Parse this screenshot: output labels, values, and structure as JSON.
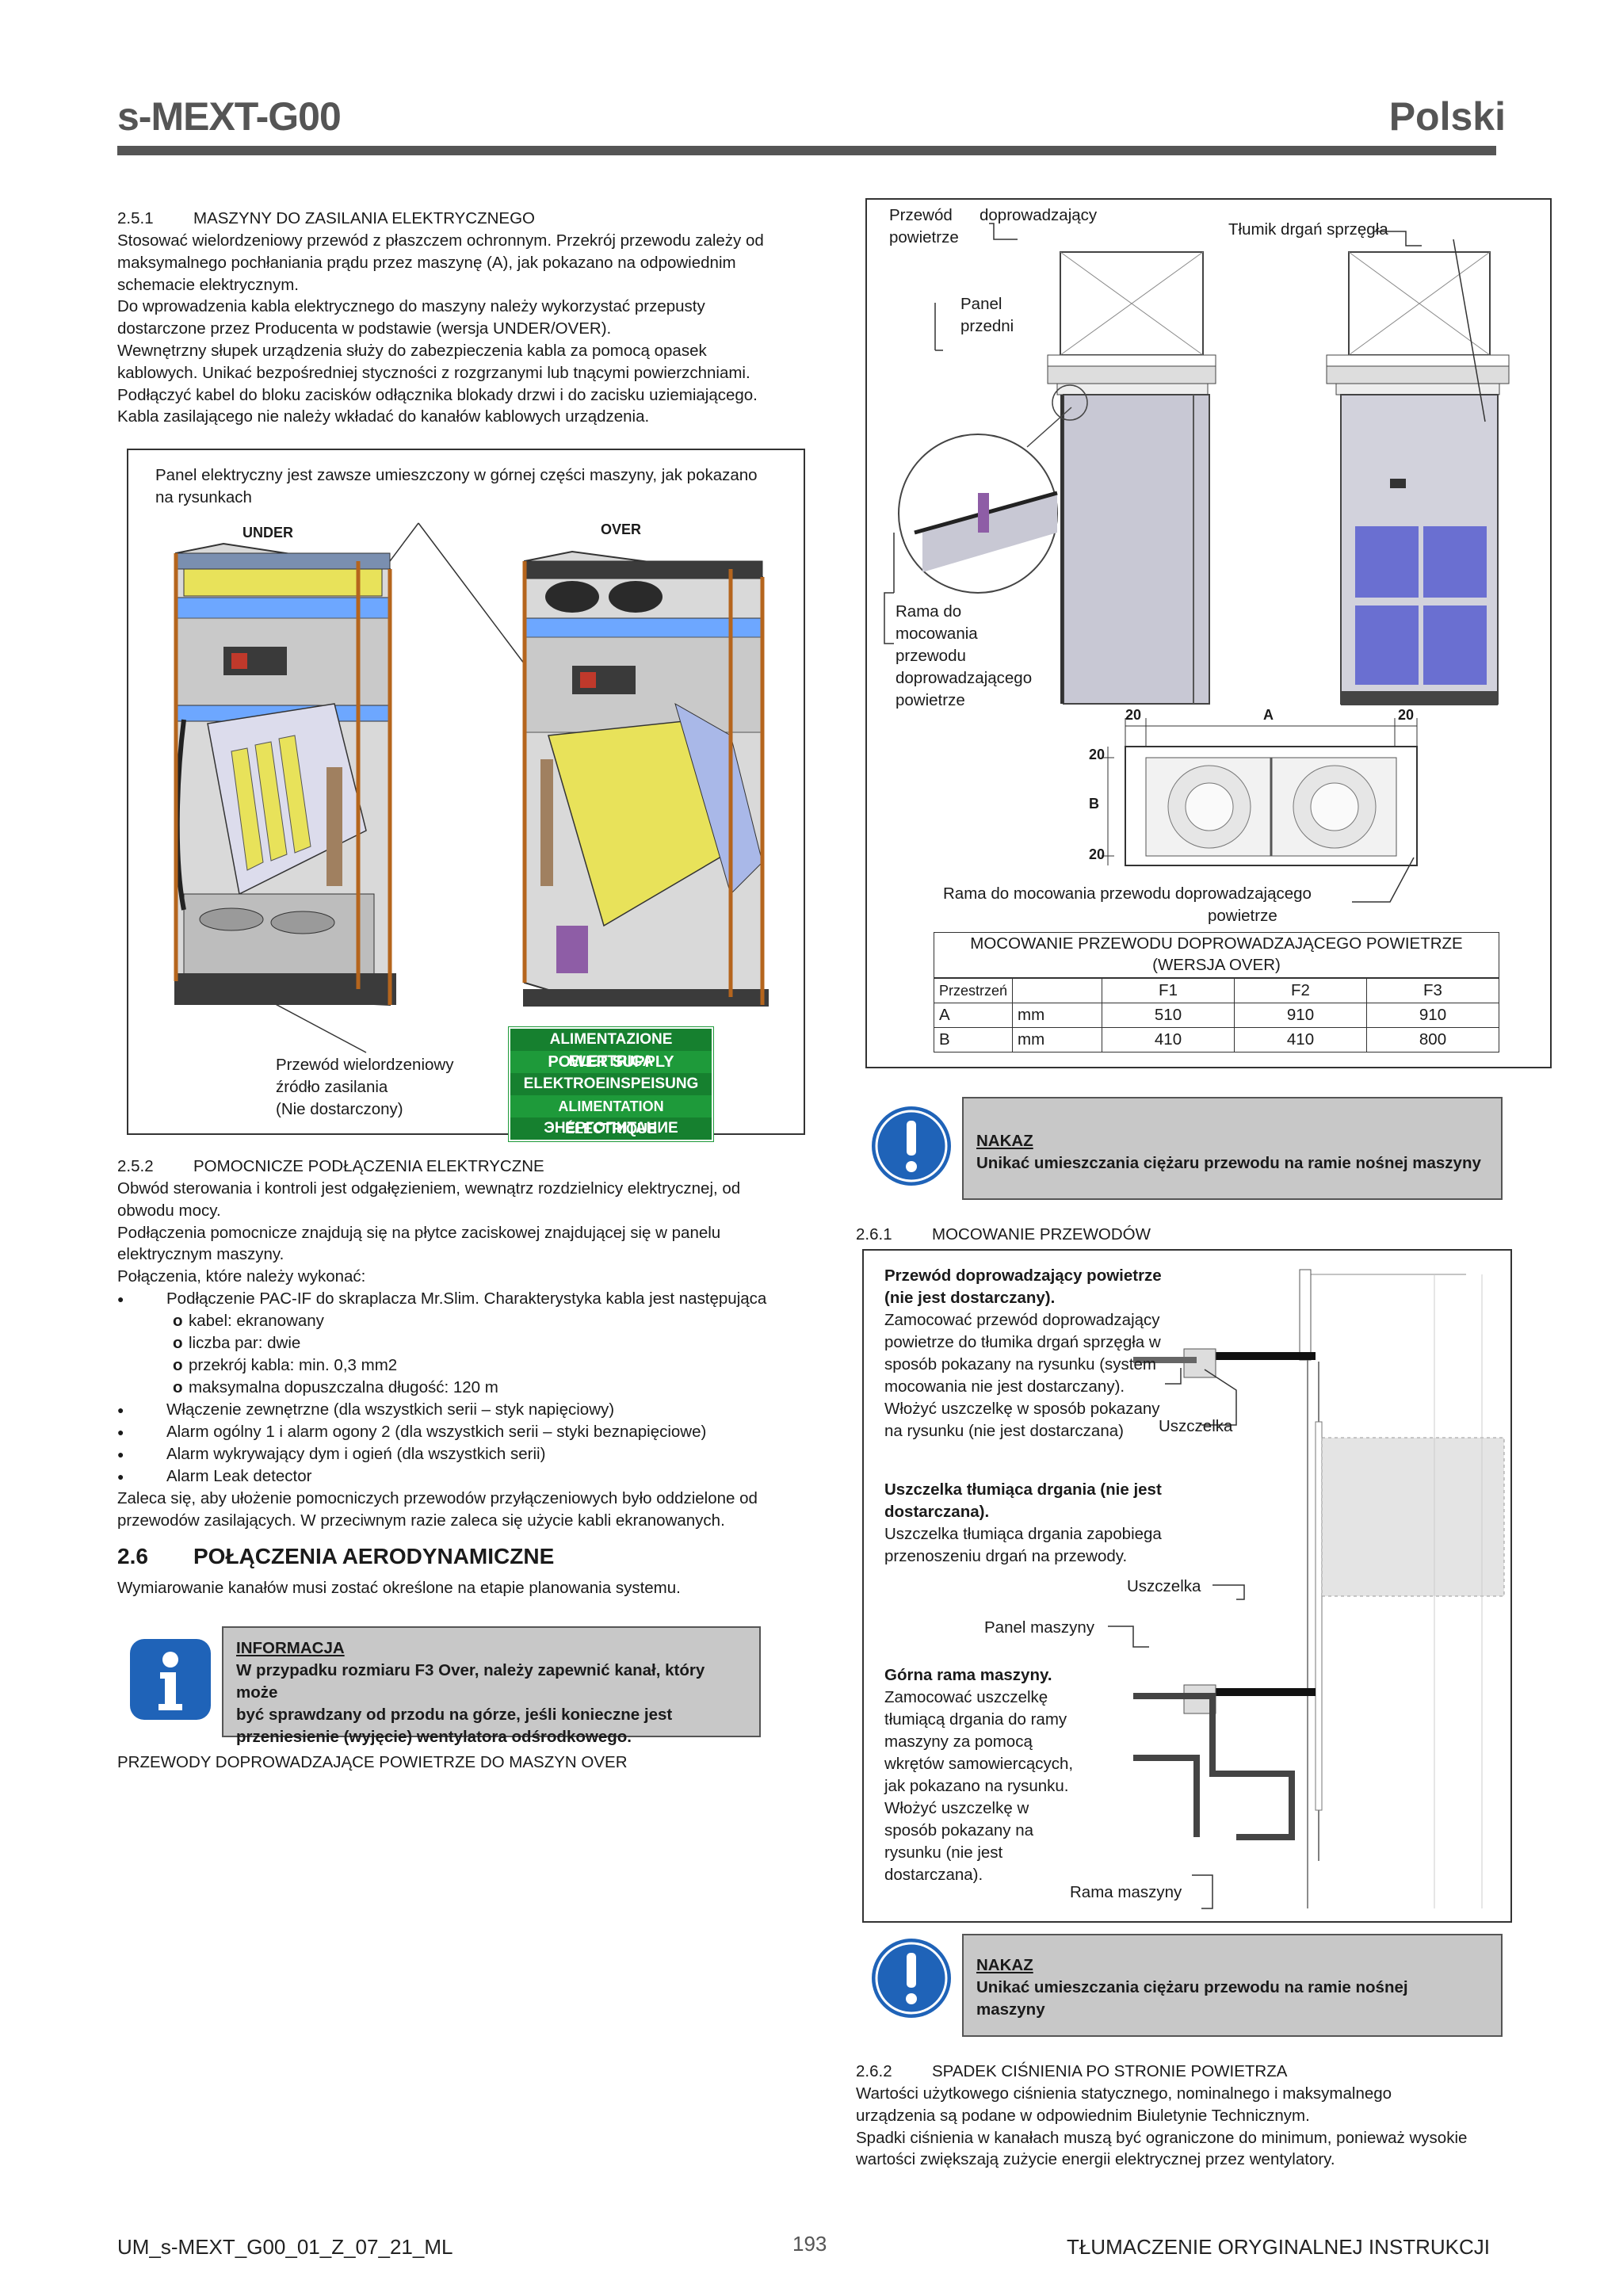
{
  "header": {
    "title": "s-MEXT-G00",
    "lang": "Polski"
  },
  "s251": {
    "num": "2.5.1",
    "title": "MASZYNY DO ZASILANIA ELEKTRYCZNEGO",
    "lines": [
      "Stosować wielordzeniowy przewód z płaszczem ochronnym. Przekrój przewodu zależy od",
      "maksymalnego pochłaniania prądu przez maszynę (A), jak pokazano na odpowiednim",
      "schemacie elektrycznym.",
      "Do wprowadzenia kabla elektrycznego do maszyny należy wykorzystać przepusty",
      "dostarczone przez Producenta w podstawie (wersja UNDER/OVER).",
      "Wewnętrzny słupek urządzenia służy do zabezpieczenia kabla za pomocą opasek",
      "kablowych. Unikać bezpośredniej styczności z rozgrzanymi lub tnącymi powierzchniami.",
      "Podłączyć kabel do bloku zacisków odłącznika blokady drzwi i do zacisku uziemiającego.",
      "Kabla zasilającego nie należy wkładać do kanałów kablowych urządzenia."
    ]
  },
  "fig1": {
    "caption1": "Panel elektryczny jest zawsze umieszczony w górnej części maszyny, jak pokazano",
    "caption2": "na rysunkach",
    "under": "UNDER",
    "over": "OVER",
    "cable1": "Przewód wielordzeniowy",
    "cable2": "źródło zasilania",
    "cable3": "(Nie dostarczony)",
    "supply": [
      "ALIMENTAZIONE ELETTRICA",
      "POWER SUPPLY",
      "ELEKTROEINSPEISUNG",
      "ALIMENTATION ÉLECTRIQUE",
      "ЭНЕРГОПИТАНИЕ"
    ]
  },
  "s252": {
    "num": "2.5.2",
    "title": "POMOCNICZE PODŁĄCZENIA ELEKTRYCZNE",
    "lines": [
      "Obwód sterowania i kontroli jest odgałęzieniem, wewnątrz rozdzielnicy elektrycznej, od",
      "obwodu mocy.",
      "Podłączenia pomocnicze znajdują się na płytce zaciskowej znajdującej się w panelu",
      "elektrycznym maszyny.",
      "Połączenia, które należy wykonać:"
    ],
    "b1": "Podłączenie PAC-IF do skraplacza Mr.Slim. Charakterystyka kabla jest następująca",
    "sub": [
      "kabel: ekranowany",
      "liczba par: dwie",
      "przekrój kabla: min. 0,3 mm2",
      "maksymalna dopuszczalna długość: 120 m"
    ],
    "b2": "Włączenie zewnętrzne (dla wszystkich serii – styk napięciowy)",
    "b3": "Alarm ogólny 1 i alarm ogony 2 (dla wszystkich serii – styki beznapięciowe)",
    "b4": "Alarm wykrywający dym i ogień (dla wszystkich serii)",
    "b5": "Alarm Leak detector",
    "end1": "Zaleca się, aby ułożenie pomocniczych przewodów przyłączeniowych było oddzielone od",
    "end2": "przewodów zasilających. W przeciwnym razie zaleca się użycie kabli ekranowanych."
  },
  "s26": {
    "num": "2.6",
    "title": "POŁĄCZENIA AERODYNAMICZNE",
    "line": "Wymiarowanie kanałów musi zostać określone na etapie planowania systemu."
  },
  "info": {
    "title": "INFORMACJA",
    "l1": "W przypadku rozmiaru F3 Over, należy zapewnić kanał, który może",
    "l2": "być sprawdzany od przodu na górze, jeśli konieczne jest",
    "l3": "przeniesienie (wyjęcie) wentylatora odśrodkowego."
  },
  "ducts_title": "PRZEWODY DOPROWADZAJĄCE POWIETRZE DO MASZYN OVER",
  "fig2": {
    "l_duct1": "Przewód",
    "l_duct2": "doprowadzający",
    "l_duct3": "powietrze",
    "l_damper": "Tłumik drgań sprzęgła",
    "l_panel1": "Panel",
    "l_panel2": "przedni",
    "l_frame": [
      "Rama do",
      "mocowania",
      "przewodu",
      "doprowadzającego",
      "powietrze"
    ],
    "dimA": "A",
    "dimB": "B",
    "dim20": "20",
    "frame_caption1": "Rama do mocowania przewodu doprowadzającego",
    "frame_caption2": "powietrze"
  },
  "mtable": {
    "title1": "MOCOWANIE PRZEWODU DOPROWADZAJĄCEGO POWIETRZE",
    "title2": "(WERSJA OVER)",
    "headers": [
      "Przestrzeń",
      "",
      "F1",
      "F2",
      "F3"
    ],
    "rows": [
      [
        "A",
        "mm",
        "510",
        "910",
        "910"
      ],
      [
        "B",
        "mm",
        "410",
        "410",
        "800"
      ]
    ]
  },
  "nakaz1": {
    "title": "NAKAZ",
    "text": "Unikać umieszczania ciężaru przewodu na ramie nośnej maszyny"
  },
  "s261": {
    "num": "2.6.1",
    "title": "MOCOWANIE PRZEWODÓW"
  },
  "fig3": {
    "b1_title1": "Przewód doprowadzający powietrze",
    "b1_title2": "(nie jest dostarczany).",
    "b1_lines": [
      "Zamocować przewód doprowadzający",
      "powietrze do tłumika drgań sprzęgła w",
      "sposób pokazany na rysunku (system",
      "mocowania nie jest dostarczany).",
      "Włożyć uszczelkę w sposób pokazany",
      "na rysunku (nie jest dostarczana)"
    ],
    "gasket": "Uszczelka",
    "b2_title1": "Uszczelka tłumiąca drgania (nie jest",
    "b2_title2": "dostarczana).",
    "b2_lines": [
      "Uszczelka tłumiąca drgania zapobiega",
      "przenoszeniu drgań na przewody."
    ],
    "gasket2": "Uszczelka",
    "machine_panel": "Panel maszyny",
    "b3_title": "Górna rama maszyny.",
    "b3_lines": [
      "Zamocować uszczelkę",
      "tłumiącą drgania do ramy",
      "maszyny za pomocą",
      "wkrętów samowiercących,",
      "jak pokazano na rysunku.",
      "Włożyć uszczelkę w",
      "sposób pokazany na",
      "rysunku (nie jest",
      "dostarczana)."
    ],
    "machine_frame": "Rama maszyny"
  },
  "nakaz2": {
    "title": "NAKAZ",
    "l1": "Unikać umieszczania ciężaru przewodu na ramie nośnej",
    "l2": "maszyny"
  },
  "s262": {
    "num": "2.6.2",
    "title": "SPADEK CIŚNIENIA PO STRONIE POWIETRZA",
    "lines": [
      "Wartości użytkowego ciśnienia statycznego, nominalnego i maksymalnego",
      "urządzenia są podane w odpowiednim Biuletynie Technicznym.",
      "Spadki ciśnienia w kanałach muszą być ograniczone do minimum, ponieważ wysokie",
      "wartości zwiększają zużycie energii elektrycznej przez wentylatory."
    ]
  },
  "footer": {
    "left": "UM_s-MEXT_G00_01_Z_07_21_ML",
    "page": "193",
    "right": "TŁUMACZENIE ORYGINALNEJ INSTRUKCJI"
  },
  "colors": {
    "supply_green": "#1e9a3a",
    "supply_dark": "#16802f",
    "notice_bg": "#c8c8c8",
    "icon_blue": "#1f63b8"
  }
}
